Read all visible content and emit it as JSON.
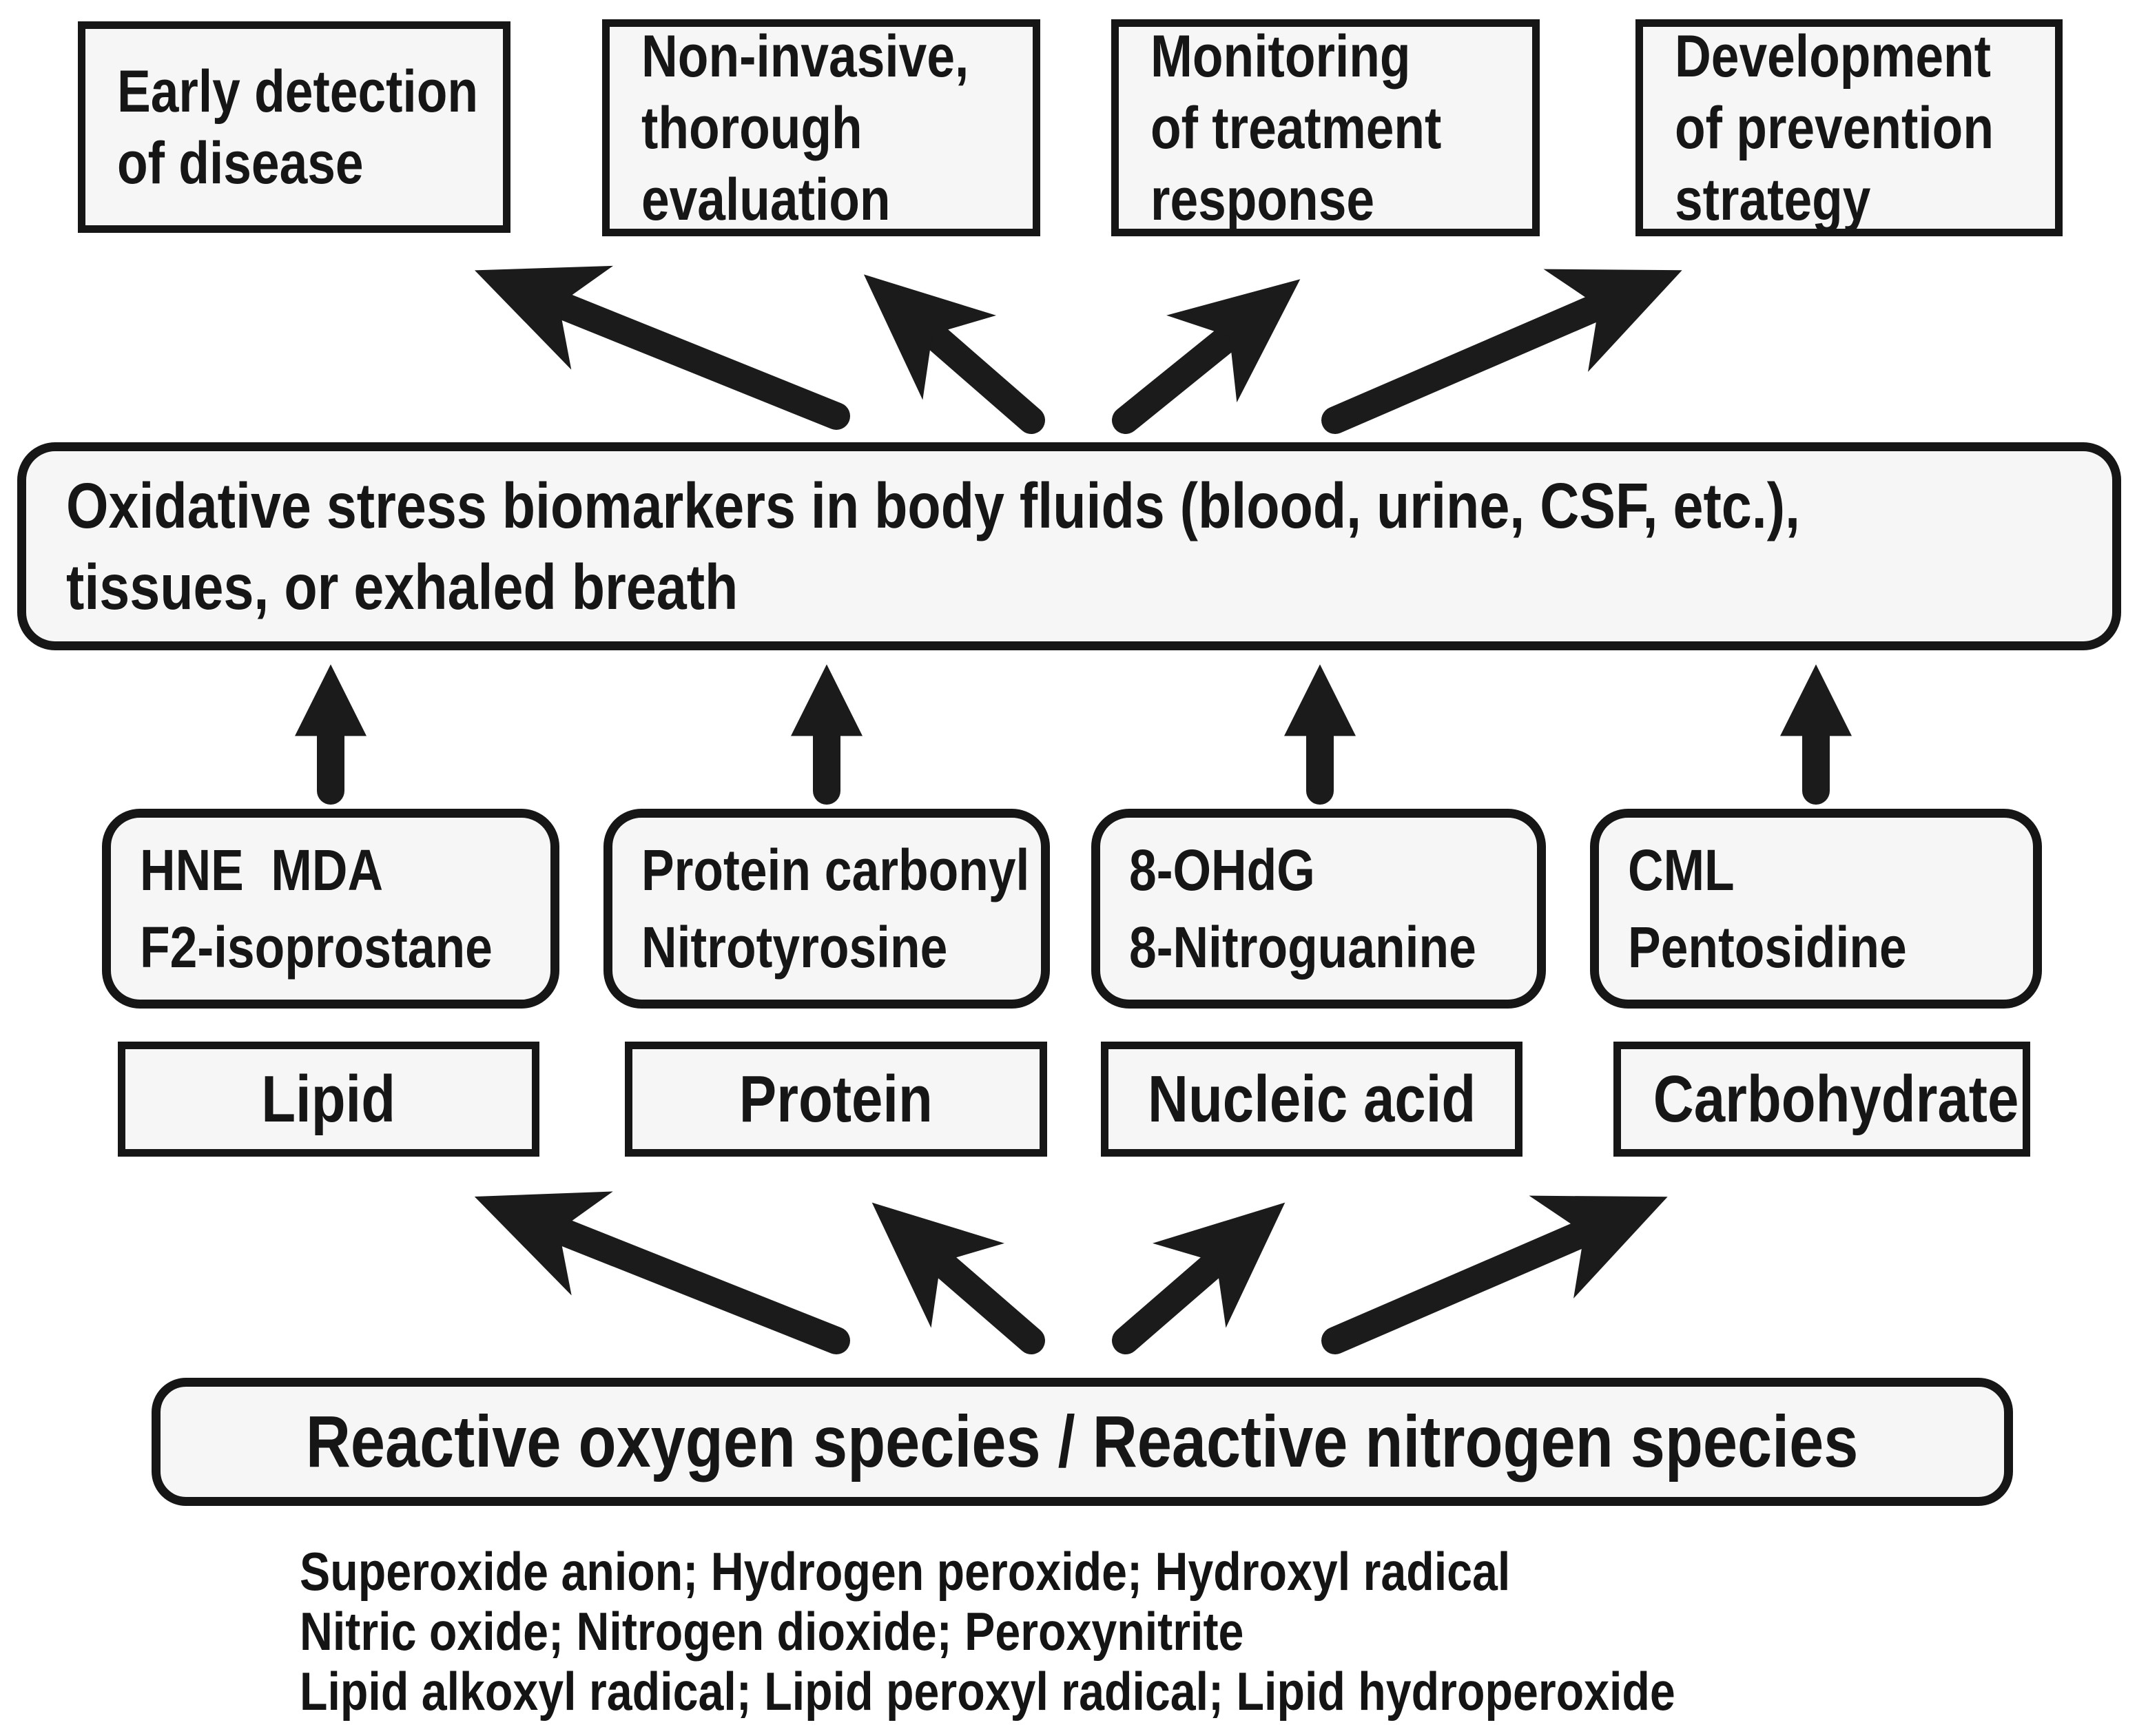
{
  "palette": {
    "ink": "#161616",
    "box_fill": "#f6f6f6",
    "background": "#ffffff",
    "arrow": "#1b1b1b"
  },
  "outcomes": [
    {
      "lines": [
        "Early detection",
        "of disease"
      ]
    },
    {
      "lines": [
        "Non-invasive,",
        "thorough",
        "evaluation"
      ]
    },
    {
      "lines": [
        "Monitoring",
        "of treatment",
        "response"
      ]
    },
    {
      "lines": [
        "Development",
        "of prevention",
        "strategy"
      ]
    }
  ],
  "biomarker_pool": {
    "lines": [
      "Oxidative stress biomarkers in body fluids (blood, urine, CSF, etc.),",
      "tissues, or exhaled breath"
    ]
  },
  "marker_boxes": [
    {
      "lines": [
        "HNE  MDA",
        "F2-isoprostane"
      ]
    },
    {
      "lines": [
        "Protein carbonyl",
        "Nitrotyrosine"
      ]
    },
    {
      "lines": [
        "8-OHdG",
        "8-Nitroguanine"
      ]
    },
    {
      "lines": [
        "CML",
        "Pentosidine"
      ]
    }
  ],
  "targets": [
    {
      "label": "Lipid"
    },
    {
      "label": "Protein"
    },
    {
      "label": "Nucleic acid"
    },
    {
      "label": "Carbohydrate"
    }
  ],
  "source": {
    "label": "Reactive oxygen species / Reactive nitrogen species"
  },
  "species_lines": [
    "Superoxide anion; Hydrogen peroxide; Hydroxyl radical",
    "Nitric oxide; Nitrogen dioxide; Peroxynitrite",
    "Lipid alkoxyl radical; Lipid peroxyl radical; Lipid hydroperoxide"
  ]
}
